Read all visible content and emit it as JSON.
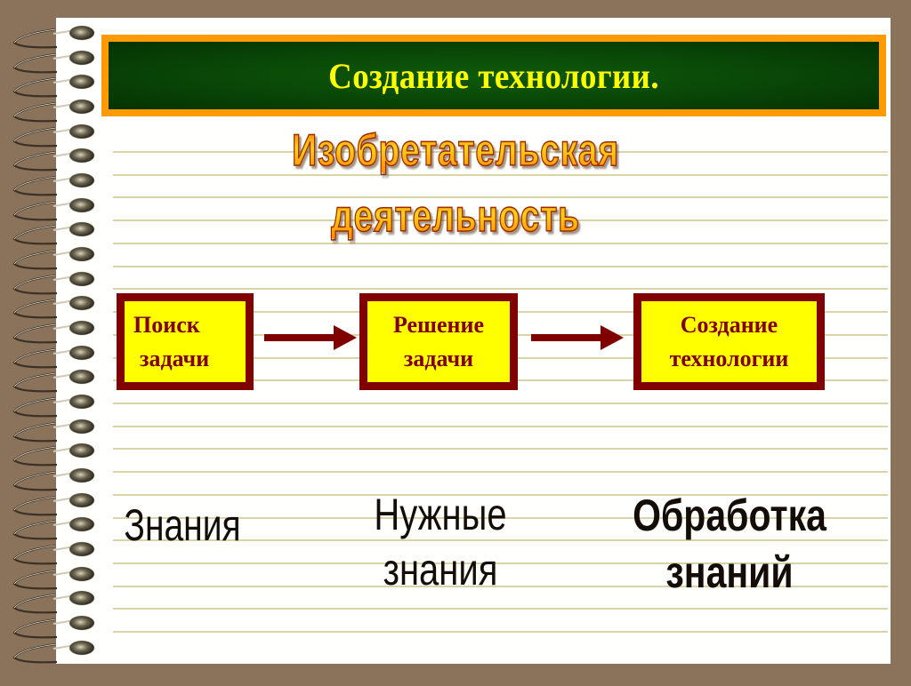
{
  "slide": {
    "title": "Создание технологии.",
    "subtitle_line1": "Изобретательская",
    "subtitle_line2": "деятельность",
    "steps": [
      {
        "line1": "Поиск",
        "line2": "задачи"
      },
      {
        "line1": "Решение",
        "line2": "задачи"
      },
      {
        "line1": "Создание",
        "line2": "технологии"
      }
    ],
    "knowledge": [
      {
        "line1": "Знания",
        "line2": ""
      },
      {
        "line1": "Нужные",
        "line2": "знания"
      },
      {
        "line1": "Обработка",
        "line2": "знаний"
      }
    ]
  },
  "colors": {
    "frame_background": "#8b735b",
    "paper": "#fffffe",
    "rule_line": "#d9d3a8",
    "header_border": "#ff9a00",
    "header_fill": "#0a4a08",
    "header_text": "#ffff00",
    "step_fill": "#ffff00",
    "step_border": "#800000",
    "arrow": "#800000",
    "wordart_fill": "#ffb000",
    "body_text": "#140c06"
  },
  "icons": {
    "binding": "spiral-ring-binding-icon",
    "arrow": "arrow-right-icon"
  }
}
